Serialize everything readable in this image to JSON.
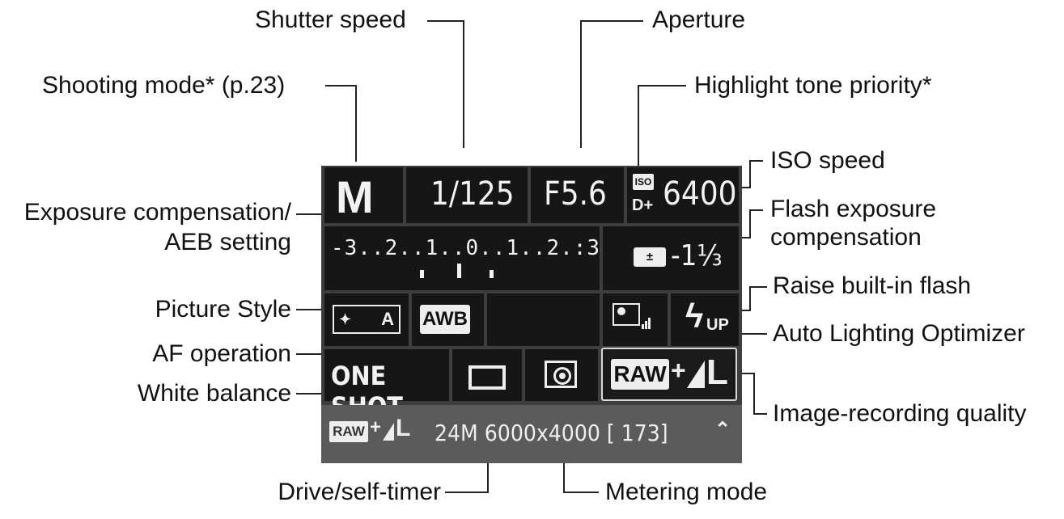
{
  "screen": {
    "shooting_mode": "M",
    "shutter_speed": "1/125",
    "aperture": "F5.6",
    "iso_badge": "ISO",
    "highlight_tone": "D+",
    "iso_speed": "6400",
    "exposure_scale": "-3..2..1..0..1..2.:3",
    "fec_icon": "±",
    "fec_value": "-1⅓",
    "picture_style": "A",
    "white_balance": "AWB",
    "flash_bolt": "ϟ",
    "flash_up": "UP",
    "af_operation": "ONE SHOT",
    "quality_raw": "RAW",
    "quality_plus": "+",
    "quality_size": "L",
    "statusbar": {
      "raw": "RAW",
      "plus": "+",
      "size": "L",
      "info": "24M 6000x4000 [ 173]",
      "arrow": "⌃"
    }
  },
  "labels": {
    "shutter_speed": "Shutter speed",
    "aperture": "Aperture",
    "shooting_mode": "Shooting mode* (p.23)",
    "highlight_tone_priority": "Highlight tone priority*",
    "iso_speed": "ISO speed",
    "exposure_comp_line1": "Exposure compensation/",
    "exposure_comp_line2": "AEB setting",
    "flash_exp_line1": "Flash exposure",
    "flash_exp_line2": "compensation",
    "raise_flash": "Raise built-in flash",
    "picture_style": "Picture Style",
    "auto_lighting": "Auto Lighting Optimizer",
    "af_operation": "AF operation",
    "white_balance": "White balance",
    "image_quality": "Image-recording quality",
    "drive": "Drive/self-timer",
    "metering": "Metering mode"
  }
}
